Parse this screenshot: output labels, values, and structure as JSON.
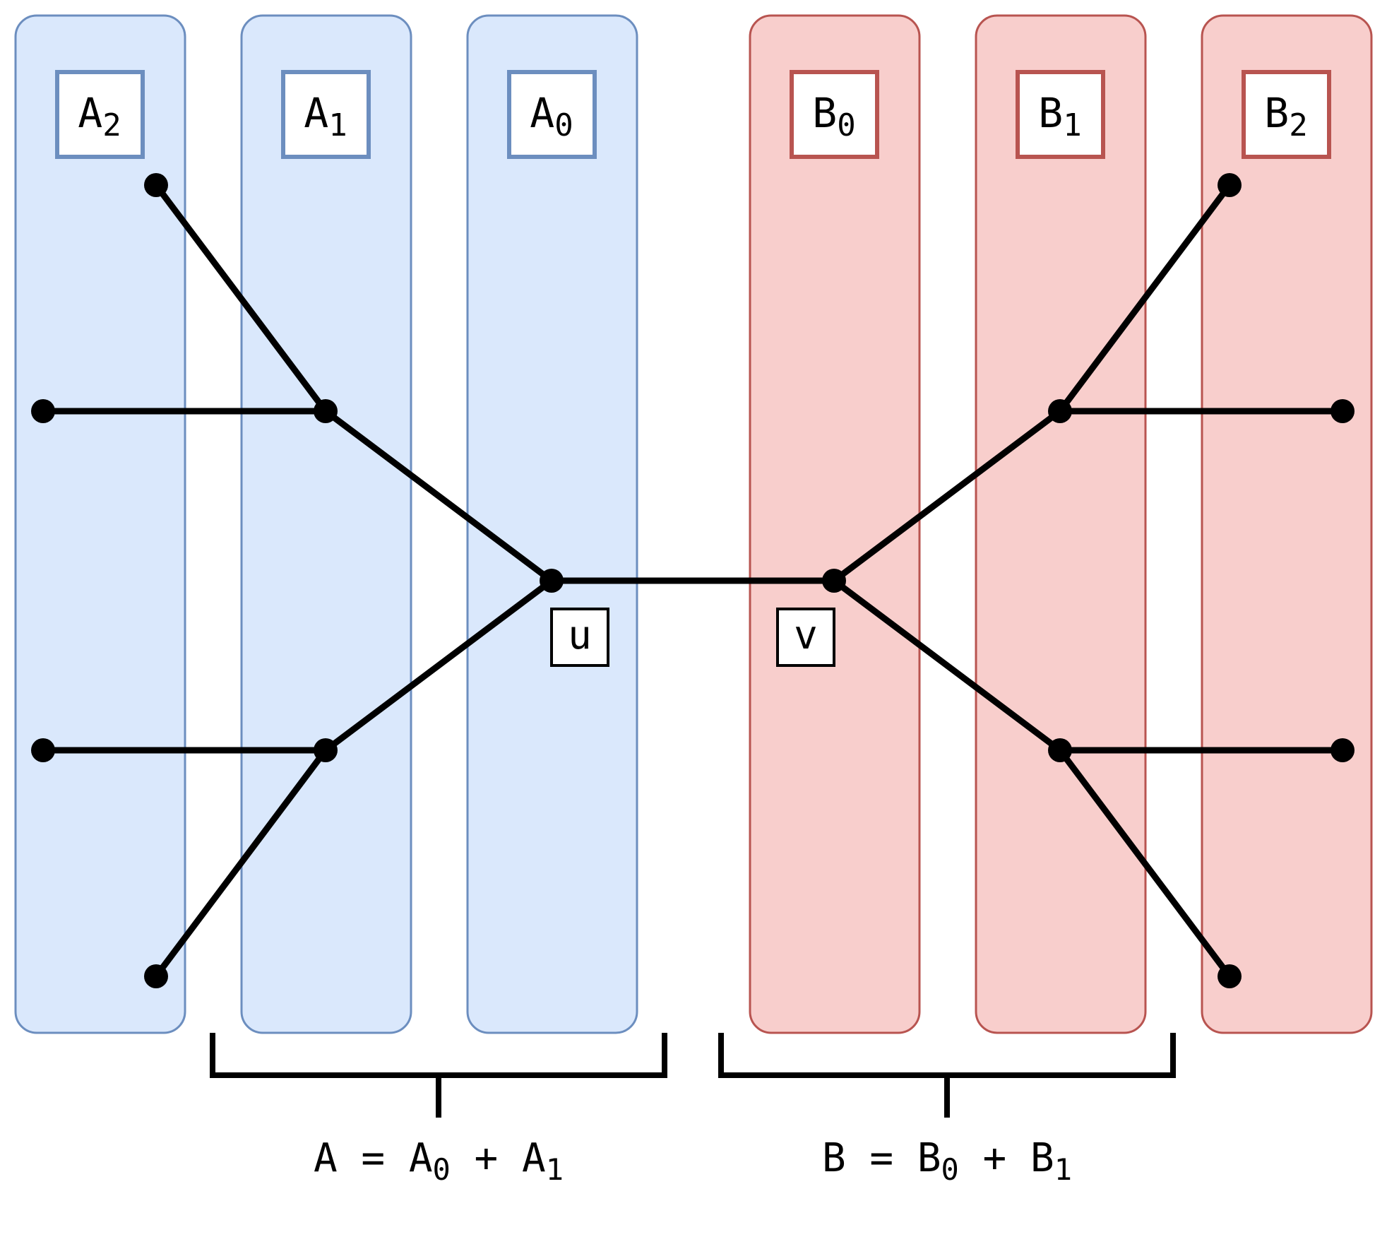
{
  "colors": {
    "a_fill": "#dae8fc",
    "a_stroke": "#6c8ebf",
    "b_fill": "#f8cecc",
    "b_stroke": "#b85450",
    "ink": "#000000"
  },
  "columns": [
    {
      "id": "A2",
      "group": "A",
      "base": "A",
      "sub": "2"
    },
    {
      "id": "A1",
      "group": "A",
      "base": "A",
      "sub": "1"
    },
    {
      "id": "A0",
      "group": "A",
      "base": "A",
      "sub": "0"
    },
    {
      "id": "B0",
      "group": "B",
      "base": "B",
      "sub": "0"
    },
    {
      "id": "B1",
      "group": "B",
      "base": "B",
      "sub": "1"
    },
    {
      "id": "B2",
      "group": "B",
      "base": "B",
      "sub": "2"
    }
  ],
  "vertex_labels": {
    "u": "u",
    "v": "v"
  },
  "formulas": {
    "a": {
      "lhs": "A = ",
      "t1": "A",
      "s1": "0",
      "plus": " + ",
      "t2": "A",
      "s2": "1"
    },
    "b": {
      "lhs": "B = ",
      "t1": "B",
      "s1": "0",
      "plus": " + ",
      "t2": "B",
      "s2": "1"
    }
  }
}
